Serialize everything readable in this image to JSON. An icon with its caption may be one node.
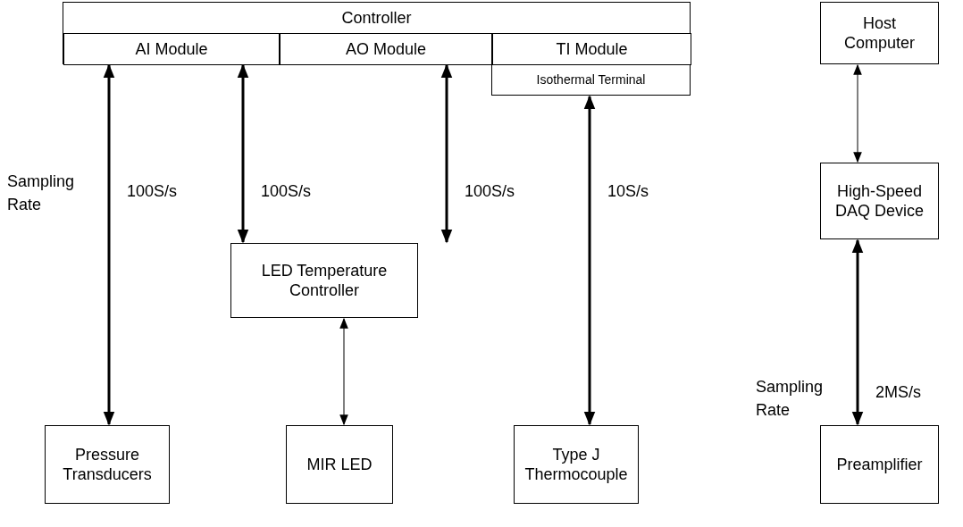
{
  "diagram": {
    "nodes": [
      {
        "text": [
          "Controller"
        ]
      },
      {
        "text": [
          "AI Module"
        ],
        "in": 0
      },
      {
        "text": [
          "AO Module"
        ],
        "in": 0
      },
      {
        "text": [
          "TI Module"
        ],
        "in": 0
      },
      {
        "text": [
          "Isothermal Terminal"
        ]
      },
      {
        "text": [
          "Host Computer"
        ]
      },
      {
        "text": [
          "High-Speed DAQ Device"
        ]
      },
      {
        "text": [
          "LED Temperature Controller"
        ]
      },
      {
        "text": [
          "Pressure Transducers"
        ]
      },
      {
        "text": [
          "MIR LED"
        ]
      },
      {
        "text": [
          "Type J Thermocouple"
        ]
      },
      {
        "text": [
          "Preamplifier"
        ]
      }
    ],
    "edges": [
      {
        "from": 1,
        "to": 8,
        "arrow": "both",
        "label": "100S/s"
      },
      {
        "from": 1,
        "to": 7,
        "arrow": "both",
        "label": "100S/s"
      },
      {
        "from": 2,
        "to": 7,
        "arrow": "both",
        "label": "100S/s"
      },
      {
        "from": 4,
        "to": 10,
        "arrow": "both",
        "label": "10S/s"
      },
      {
        "from": 7,
        "to": 9,
        "arrow": "both"
      },
      {
        "from": 5,
        "to": 6,
        "arrow": "both"
      },
      {
        "from": 6,
        "to": 11,
        "arrow": "both",
        "label": "2MS/s"
      }
    ],
    "labels": [
      "Sampling Rate",
      "Sampling Rate"
    ]
  }
}
